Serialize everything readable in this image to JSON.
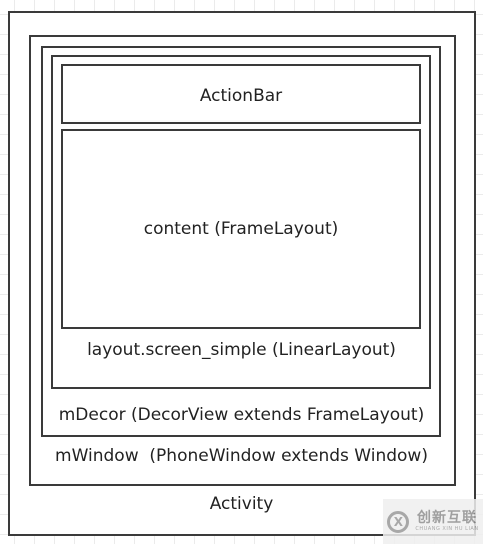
{
  "diagram": {
    "activity_label": "Activity",
    "window_label": "mWindow  (PhoneWindow extends Window)",
    "decor_label": "mDecor (DecorView extends FrameLayout)",
    "screen_label": "layout.screen_simple (LinearLayout)",
    "actionbar_label": "ActionBar",
    "content_label": "content (FrameLayout)"
  },
  "watermark": {
    "icon": "swirl-logo-icon",
    "text_cn": "创新互联",
    "text_en": "CHUANG XIN HU LIAN"
  }
}
